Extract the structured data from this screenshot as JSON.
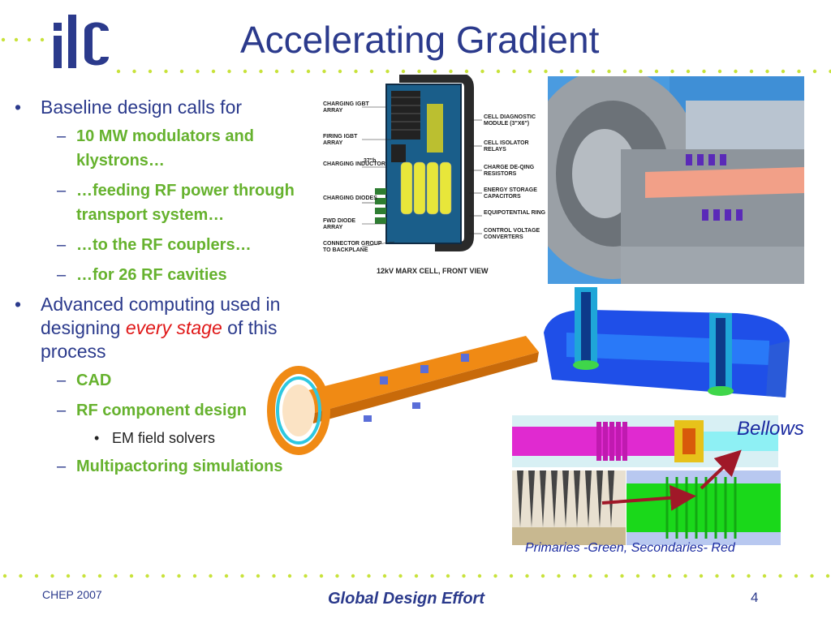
{
  "slide": {
    "title": "Accelerating Gradient",
    "logo_text": "ilc",
    "colors": {
      "title": "#2b3a8c",
      "green": "#66b22e",
      "red": "#e01818",
      "dots": "#c8e23a"
    }
  },
  "bullets": [
    {
      "text": "Baseline design calls for"
    },
    {
      "text": "10 MW modulators and klystrons…"
    },
    {
      "text": "…feeding RF power through transport system…"
    },
    {
      "text": "…to the RF couplers…"
    },
    {
      "text": "…for 26 RF cavities"
    },
    {
      "text_a": "Advanced computing used in designing ",
      "text_em": "every stage",
      "text_b": " of this process"
    },
    {
      "text": "CAD"
    },
    {
      "text": "RF component design"
    },
    {
      "text": "EM field solvers"
    },
    {
      "text": "Multipactoring simulations"
    }
  ],
  "marx_diagram": {
    "caption": "12kV MARX CELL, FRONT VIEW",
    "left_labels": [
      "CHARGING IGBT ARRAY",
      "FIRING IGBT ARRAY",
      "CHARGING INDUCTOR",
      "CHARGING DIODES",
      "FWD DIODE ARRAY",
      "CONNECTOR GROUP TO BACKPLANE"
    ],
    "right_labels": [
      "CELL DIAGNOSTIC MODULE (3\"X6\")",
      "CELL ISOLATOR RELAYS",
      "CHARGE DE-QING RESISTORS",
      "ENERGY STORAGE CAPACITORS",
      "EQUIPOTENTIAL RING",
      "CONTROL VOLTAGE CONVERTERS"
    ],
    "dim_label": "37\"h"
  },
  "annotations": {
    "bellows": "Bellows",
    "caption": "Primaries -Green, Secondaries- Red"
  },
  "footer": {
    "left": "CHEP 2007",
    "center": "Global Design Effort",
    "page": "4"
  }
}
